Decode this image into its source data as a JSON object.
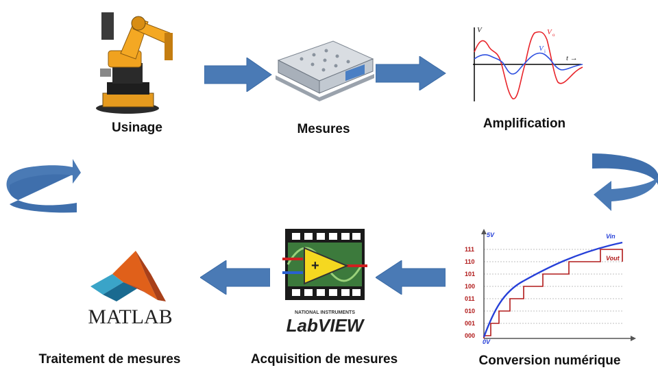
{
  "steps": {
    "usinage": "Usinage",
    "mesures": "Mesures",
    "amplification": "Amplification",
    "conversion": "Conversion numérique",
    "acquisition": "Acquisition de mesures",
    "traitement": "Traitement de mesures"
  },
  "amplification_plot": {
    "v": "V",
    "vo": "V",
    "vo_sub": "o",
    "vi": "V",
    "vi_sub": "i",
    "t": "t →"
  },
  "adc_plot": {
    "y_top": "5V",
    "y_bottom": "0V",
    "vin": "Vin",
    "vout": "Vout",
    "codes": [
      "111",
      "110",
      "101",
      "100",
      "011",
      "010",
      "001",
      "000"
    ]
  },
  "labview": {
    "brand_small": "NATIONAL INSTRUMENTS",
    "brand": "LabVIEW"
  },
  "matlab": {
    "brand": "MATLAB"
  },
  "colors": {
    "arrow": "#4a7ab5",
    "arrow_dark": "#2f5c96"
  }
}
